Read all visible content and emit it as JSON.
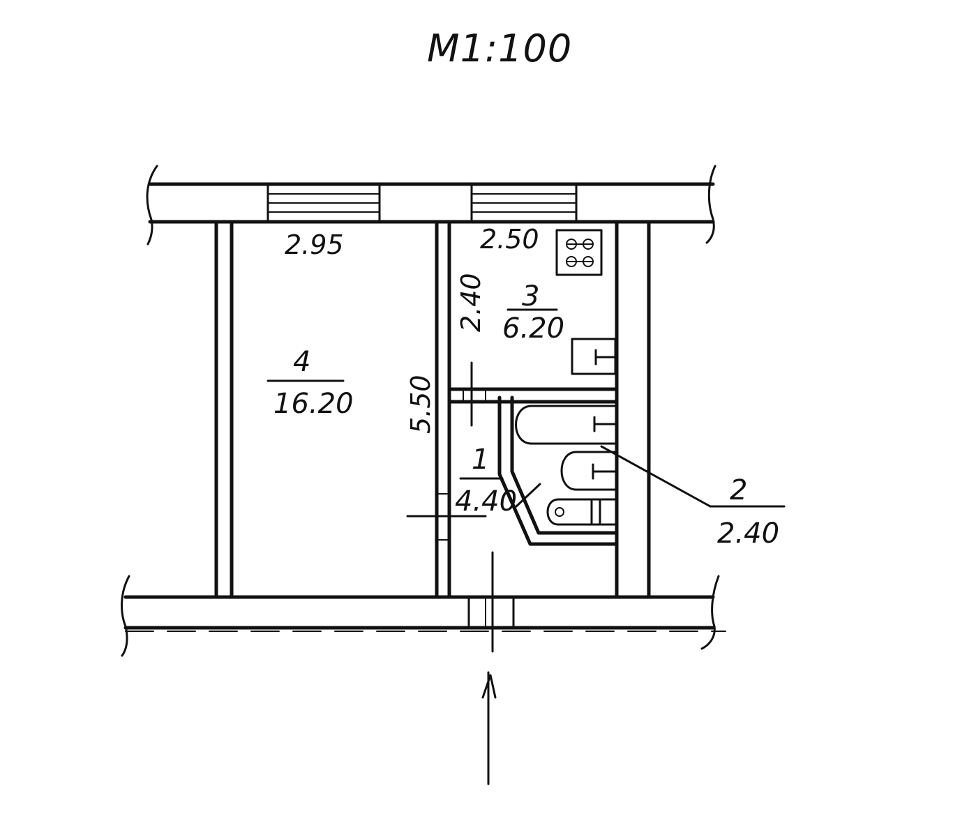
{
  "scale_label": "M1:100",
  "dimensions": {
    "room4_width": "2.95",
    "kitchen_width": "2.50",
    "kitchen_depth": "2.40",
    "total_depth": "5.50"
  },
  "rooms": [
    {
      "number": "4",
      "area": "16.20"
    },
    {
      "number": "3",
      "area": "6.20"
    },
    {
      "number": "1",
      "area": "4.40"
    },
    {
      "number": "2",
      "area": "2.40"
    }
  ],
  "colors": {
    "ink": "#111111",
    "paper": "#ffffff"
  }
}
